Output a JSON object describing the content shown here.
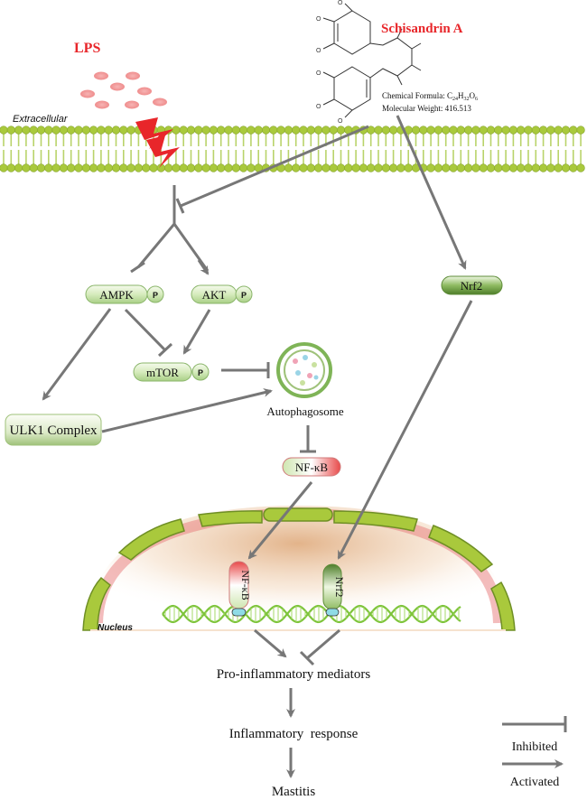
{
  "compound": {
    "name": "Schisandrin A",
    "formula_prefix": "Chemical Formula: ",
    "formula": "C24H32O6",
    "weight_label": "Molecular Weight: 416.513"
  },
  "lps": "LPS",
  "extracellular": "Extracellular",
  "nodes": {
    "ampk": "AMPK",
    "akt": "AKT",
    "mtor": "mTOR",
    "p": "P",
    "ulk1": "ULK1 Complex",
    "autophagosome": "Autophagosome",
    "nfkb": "NF-κB",
    "nrf2": "Nrf2",
    "nfkb_nucleus": "NF-κB",
    "nrf2_nucleus": "Nrf2"
  },
  "nucleus": "Nucleus",
  "outcomes": {
    "mediators": "Pro-inflammatory mediators",
    "response": "Inflammatory  response",
    "mastitis": "Mastitis"
  },
  "legend": {
    "inhibited": "Inhibited",
    "activated": "Activated"
  },
  "colors": {
    "lps_red": "#e8262a",
    "membrane_green": "#a9c93c",
    "arrow_gray": "#7a7a7a",
    "node_green": "#cfe6b0",
    "nfkb_red": "#e84a4a"
  }
}
